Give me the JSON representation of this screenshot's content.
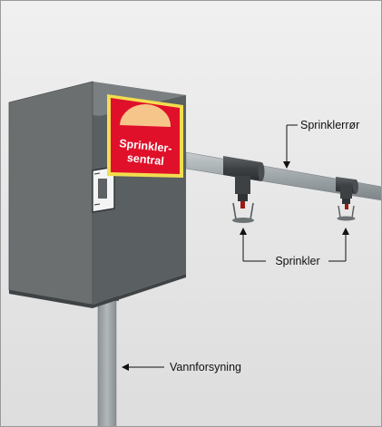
{
  "labels": {
    "pipe": "Sprinklerrør",
    "sprinkler": "Sprinkler",
    "water_supply": "Vannforsyning"
  },
  "sign": {
    "line1": "Sprinkler-",
    "line2": "sentral"
  },
  "colors": {
    "wall": "#e6e6e6",
    "cabinet_front": "#6b6f70",
    "cabinet_side": "#54585a",
    "pipe": "#a3aaad",
    "sign_red": "#e0102a",
    "sign_yellow": "#f2de4f",
    "sign_sun": "#f5c58a"
  }
}
